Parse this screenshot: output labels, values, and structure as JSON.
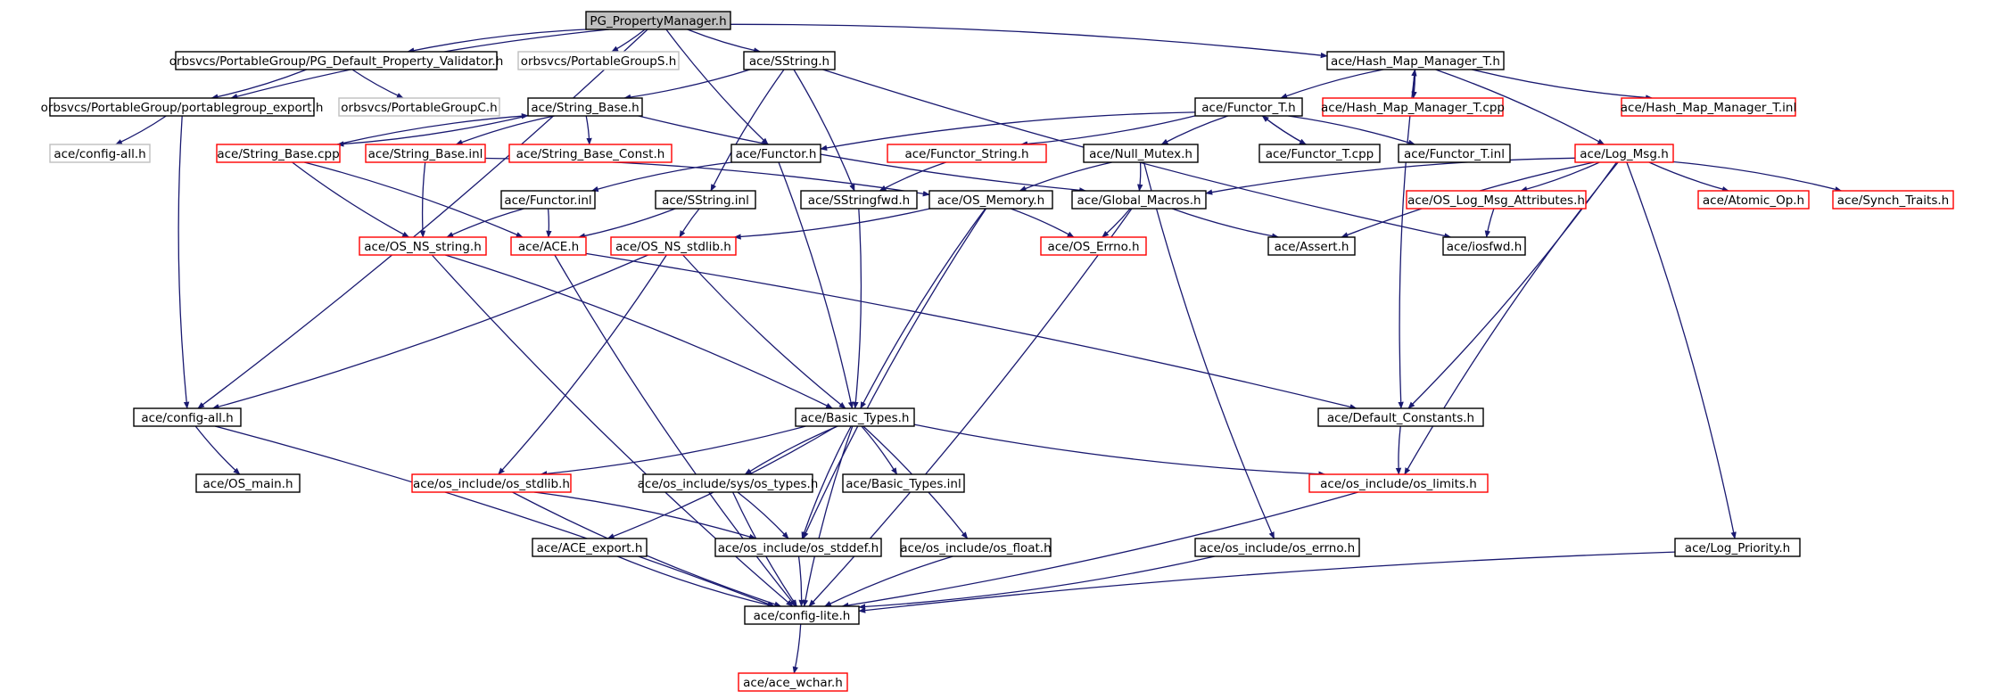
{
  "colors": {
    "edge": "#191970",
    "border_normal": "#000000",
    "border_truncated": "#ff0000",
    "border_external": "#bfbfbf",
    "fill_root": "#bfbfbf",
    "fill_normal": "#ffffff"
  },
  "nodes": [
    {
      "id": "pgpm",
      "label": "PG_PropertyManager.h",
      "style": "root"
    },
    {
      "id": "pgdpv",
      "label": "orbsvcs/PortableGroup/PG_Default_Property_Validator.h",
      "style": "normal"
    },
    {
      "id": "pgs",
      "label": "orbsvcs/PortableGroupS.h",
      "style": "external"
    },
    {
      "id": "sstring",
      "label": "ace/SString.h",
      "style": "normal"
    },
    {
      "id": "hmm",
      "label": "ace/Hash_Map_Manager_T.h",
      "style": "normal"
    },
    {
      "id": "pgexp",
      "label": "orbsvcs/PortableGroup/portablegroup_export.h",
      "style": "normal"
    },
    {
      "id": "pgc",
      "label": "orbsvcs/PortableGroupC.h",
      "style": "external"
    },
    {
      "id": "strbase",
      "label": "ace/String_Base.h",
      "style": "normal"
    },
    {
      "id": "functorT",
      "label": "ace/Functor_T.h",
      "style": "normal"
    },
    {
      "id": "hmmcpp",
      "label": "ace/Hash_Map_Manager_T.cpp",
      "style": "truncated"
    },
    {
      "id": "hmminl",
      "label": "ace/Hash_Map_Manager_T.inl",
      "style": "truncated"
    },
    {
      "id": "cfgall_ext",
      "label": "ace/config-all.h",
      "style": "external"
    },
    {
      "id": "strbasecpp",
      "label": "ace/String_Base.cpp",
      "style": "truncated"
    },
    {
      "id": "strbaseinl",
      "label": "ace/String_Base.inl",
      "style": "truncated"
    },
    {
      "id": "strbaseconst",
      "label": "ace/String_Base_Const.h",
      "style": "truncated"
    },
    {
      "id": "functor",
      "label": "ace/Functor.h",
      "style": "normal"
    },
    {
      "id": "functorstring",
      "label": "ace/Functor_String.h",
      "style": "truncated"
    },
    {
      "id": "nullmutex",
      "label": "ace/Null_Mutex.h",
      "style": "normal"
    },
    {
      "id": "functorTcpp",
      "label": "ace/Functor_T.cpp",
      "style": "normal"
    },
    {
      "id": "functorTinl",
      "label": "ace/Functor_T.inl",
      "style": "normal"
    },
    {
      "id": "logmsg",
      "label": "ace/Log_Msg.h",
      "style": "truncated"
    },
    {
      "id": "functorinl",
      "label": "ace/Functor.inl",
      "style": "normal"
    },
    {
      "id": "sstringinl",
      "label": "ace/SString.inl",
      "style": "normal"
    },
    {
      "id": "sstringfwd",
      "label": "ace/SStringfwd.h",
      "style": "normal"
    },
    {
      "id": "osmemory",
      "label": "ace/OS_Memory.h",
      "style": "normal"
    },
    {
      "id": "globalmacros",
      "label": "ace/Global_Macros.h",
      "style": "normal"
    },
    {
      "id": "oslogattr",
      "label": "ace/OS_Log_Msg_Attributes.h",
      "style": "truncated"
    },
    {
      "id": "atomicop",
      "label": "ace/Atomic_Op.h",
      "style": "truncated"
    },
    {
      "id": "synchtraits",
      "label": "ace/Synch_Traits.h",
      "style": "truncated"
    },
    {
      "id": "osnsstring",
      "label": "ace/OS_NS_string.h",
      "style": "truncated"
    },
    {
      "id": "aceh",
      "label": "ace/ACE.h",
      "style": "truncated"
    },
    {
      "id": "osnsstdlib",
      "label": "ace/OS_NS_stdlib.h",
      "style": "truncated"
    },
    {
      "id": "oserrno",
      "label": "ace/OS_Errno.h",
      "style": "truncated"
    },
    {
      "id": "assert",
      "label": "ace/Assert.h",
      "style": "normal"
    },
    {
      "id": "iosfwd",
      "label": "ace/iosfwd.h",
      "style": "normal"
    },
    {
      "id": "cfgall",
      "label": "ace/config-all.h",
      "style": "normal"
    },
    {
      "id": "basictypes",
      "label": "ace/Basic_Types.h",
      "style": "normal"
    },
    {
      "id": "defconst",
      "label": "ace/Default_Constants.h",
      "style": "normal"
    },
    {
      "id": "osmain",
      "label": "ace/OS_main.h",
      "style": "normal"
    },
    {
      "id": "osstdlib",
      "label": "ace/os_include/os_stdlib.h",
      "style": "truncated"
    },
    {
      "id": "ostypes",
      "label": "ace/os_include/sys/os_types.h",
      "style": "normal"
    },
    {
      "id": "basictypesinl",
      "label": "ace/Basic_Types.inl",
      "style": "normal"
    },
    {
      "id": "oslimits",
      "label": "ace/os_include/os_limits.h",
      "style": "truncated"
    },
    {
      "id": "aceexport",
      "label": "ace/ACE_export.h",
      "style": "normal"
    },
    {
      "id": "osstddef",
      "label": "ace/os_include/os_stddef.h",
      "style": "normal"
    },
    {
      "id": "osfloat",
      "label": "ace/os_include/os_float.h",
      "style": "normal"
    },
    {
      "id": "oserrnoh",
      "label": "ace/os_include/os_errno.h",
      "style": "normal"
    },
    {
      "id": "logprio",
      "label": "ace/Log_Priority.h",
      "style": "normal"
    },
    {
      "id": "cfglite",
      "label": "ace/config-lite.h",
      "style": "normal"
    },
    {
      "id": "acewchar",
      "label": "ace/ace_wchar.h",
      "style": "truncated"
    }
  ],
  "edges": [
    [
      "pgpm",
      "pgdpv"
    ],
    [
      "pgpm",
      "pgs"
    ],
    [
      "pgpm",
      "sstring"
    ],
    [
      "pgpm",
      "hmm"
    ],
    [
      "pgpm",
      "pgexp"
    ],
    [
      "pgpm",
      "cfgall"
    ],
    [
      "pgpm",
      "functor"
    ],
    [
      "pgdpv",
      "pgexp"
    ],
    [
      "pgdpv",
      "pgc"
    ],
    [
      "pgexp",
      "cfgall_ext"
    ],
    [
      "pgexp",
      "cfgall"
    ],
    [
      "sstring",
      "strbase"
    ],
    [
      "sstring",
      "sstringinl"
    ],
    [
      "sstring",
      "sstringfwd"
    ],
    [
      "sstring",
      "iosfwd"
    ],
    [
      "strbase",
      "strbasecpp"
    ],
    [
      "strbase",
      "strbaseinl"
    ],
    [
      "strbase",
      "strbaseconst"
    ],
    [
      "strbase",
      "globalmacros"
    ],
    [
      "strbasecpp",
      "strbase"
    ],
    [
      "strbasecpp",
      "osnsstring"
    ],
    [
      "strbasecpp",
      "aceh"
    ],
    [
      "strbaseinl",
      "osnsstring"
    ],
    [
      "strbaseinl",
      "osmemory"
    ],
    [
      "hmm",
      "functorT"
    ],
    [
      "hmm",
      "hmmcpp"
    ],
    [
      "hmm",
      "hmminl"
    ],
    [
      "hmm",
      "logmsg"
    ],
    [
      "hmm",
      "defconst"
    ],
    [
      "hmmcpp",
      "hmm"
    ],
    [
      "functorT",
      "functor"
    ],
    [
      "functorT",
      "functorstring"
    ],
    [
      "functorT",
      "functorTcpp"
    ],
    [
      "functorT",
      "functorTinl"
    ],
    [
      "functorT",
      "nullmutex"
    ],
    [
      "functorTcpp",
      "functorT"
    ],
    [
      "functor",
      "functorinl"
    ],
    [
      "functor",
      "basictypes"
    ],
    [
      "functorstring",
      "sstringfwd"
    ],
    [
      "functorinl",
      "aceh"
    ],
    [
      "functorinl",
      "osnsstring"
    ],
    [
      "sstringinl",
      "aceh"
    ],
    [
      "sstringinl",
      "osnsstdlib"
    ],
    [
      "sstringfwd",
      "basictypes"
    ],
    [
      "nullmutex",
      "osmemory"
    ],
    [
      "nullmutex",
      "globalmacros"
    ],
    [
      "nullmutex",
      "oserrnoh"
    ],
    [
      "osmemory",
      "oserrno"
    ],
    [
      "osmemory",
      "basictypes"
    ],
    [
      "osmemory",
      "osnsstdlib"
    ],
    [
      "osmemory",
      "osstddef"
    ],
    [
      "globalmacros",
      "oserrno"
    ],
    [
      "globalmacros",
      "assert"
    ],
    [
      "globalmacros",
      "cfglite"
    ],
    [
      "logmsg",
      "globalmacros"
    ],
    [
      "logmsg",
      "oslogattr"
    ],
    [
      "logmsg",
      "atomicop"
    ],
    [
      "logmsg",
      "synchtraits"
    ],
    [
      "logmsg",
      "assert"
    ],
    [
      "logmsg",
      "defconst"
    ],
    [
      "logmsg",
      "oslimits"
    ],
    [
      "logmsg",
      "logprio"
    ],
    [
      "oslogattr",
      "iosfwd"
    ],
    [
      "osnsstring",
      "basictypes"
    ],
    [
      "osnsstring",
      "cfglite"
    ],
    [
      "aceh",
      "defconst"
    ],
    [
      "aceh",
      "cfglite"
    ],
    [
      "osnsstdlib",
      "cfgall"
    ],
    [
      "osnsstdlib",
      "basictypes"
    ],
    [
      "osnsstdlib",
      "osstdlib"
    ],
    [
      "cfgall",
      "osmain"
    ],
    [
      "cfgall",
      "cfglite"
    ],
    [
      "defconst",
      "oslimits"
    ],
    [
      "basictypes",
      "osstdlib"
    ],
    [
      "basictypes",
      "ostypes"
    ],
    [
      "basictypes",
      "basictypesinl"
    ],
    [
      "basictypes",
      "oslimits"
    ],
    [
      "basictypes",
      "aceexport"
    ],
    [
      "basictypes",
      "osstddef"
    ],
    [
      "basictypes",
      "osfloat"
    ],
    [
      "basictypes",
      "cfglite"
    ],
    [
      "osstdlib",
      "osstddef"
    ],
    [
      "osstdlib",
      "cfglite"
    ],
    [
      "ostypes",
      "osstddef"
    ],
    [
      "ostypes",
      "cfglite"
    ],
    [
      "oslimits",
      "cfglite"
    ],
    [
      "aceexport",
      "cfglite"
    ],
    [
      "osstddef",
      "cfglite"
    ],
    [
      "osfloat",
      "cfglite"
    ],
    [
      "oserrnoh",
      "cfglite"
    ],
    [
      "logprio",
      "cfglite"
    ],
    [
      "cfglite",
      "acewchar"
    ]
  ]
}
